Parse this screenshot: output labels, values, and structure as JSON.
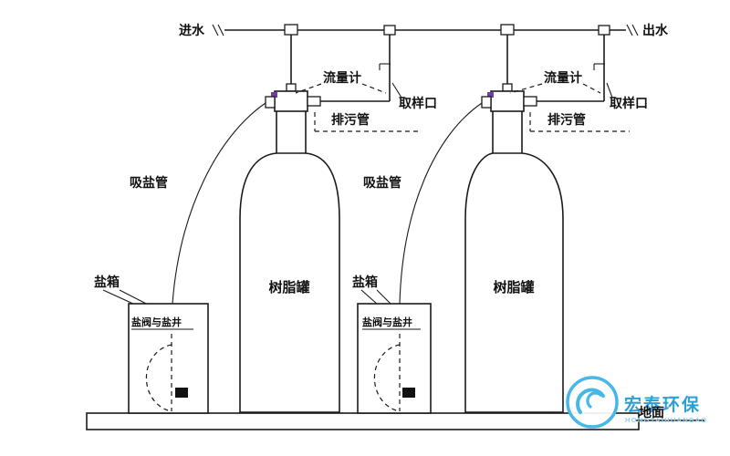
{
  "labels": {
    "inlet": "进水",
    "outlet": "出水",
    "ground": "地面"
  },
  "unit1": {
    "flow_meter": "流量计",
    "sampling_port": "取样口",
    "drain_pipe": "排污管",
    "salt_suction_pipe": "吸盐管",
    "salt_box": "盐箱",
    "salt_valve_and_well": "盐阀与盐井",
    "resin_tank": "树脂罐"
  },
  "unit2": {
    "flow_meter": "流量计",
    "sampling_port": "取样口",
    "drain_pipe": "排污管",
    "salt_suction_pipe": "吸盐管",
    "salt_box": "盐箱",
    "salt_valve_and_well": "盐阀与盐井",
    "resin_tank": "树脂罐"
  },
  "logo": {
    "name": "宏泰环保",
    "pinyin": "HONGTAIHUANBAO",
    "ring_color": "#45b8e8",
    "text_color": "#2b9fd6"
  },
  "colors": {
    "line": "#1a1a1a",
    "valve_accent": "#7040a0"
  }
}
